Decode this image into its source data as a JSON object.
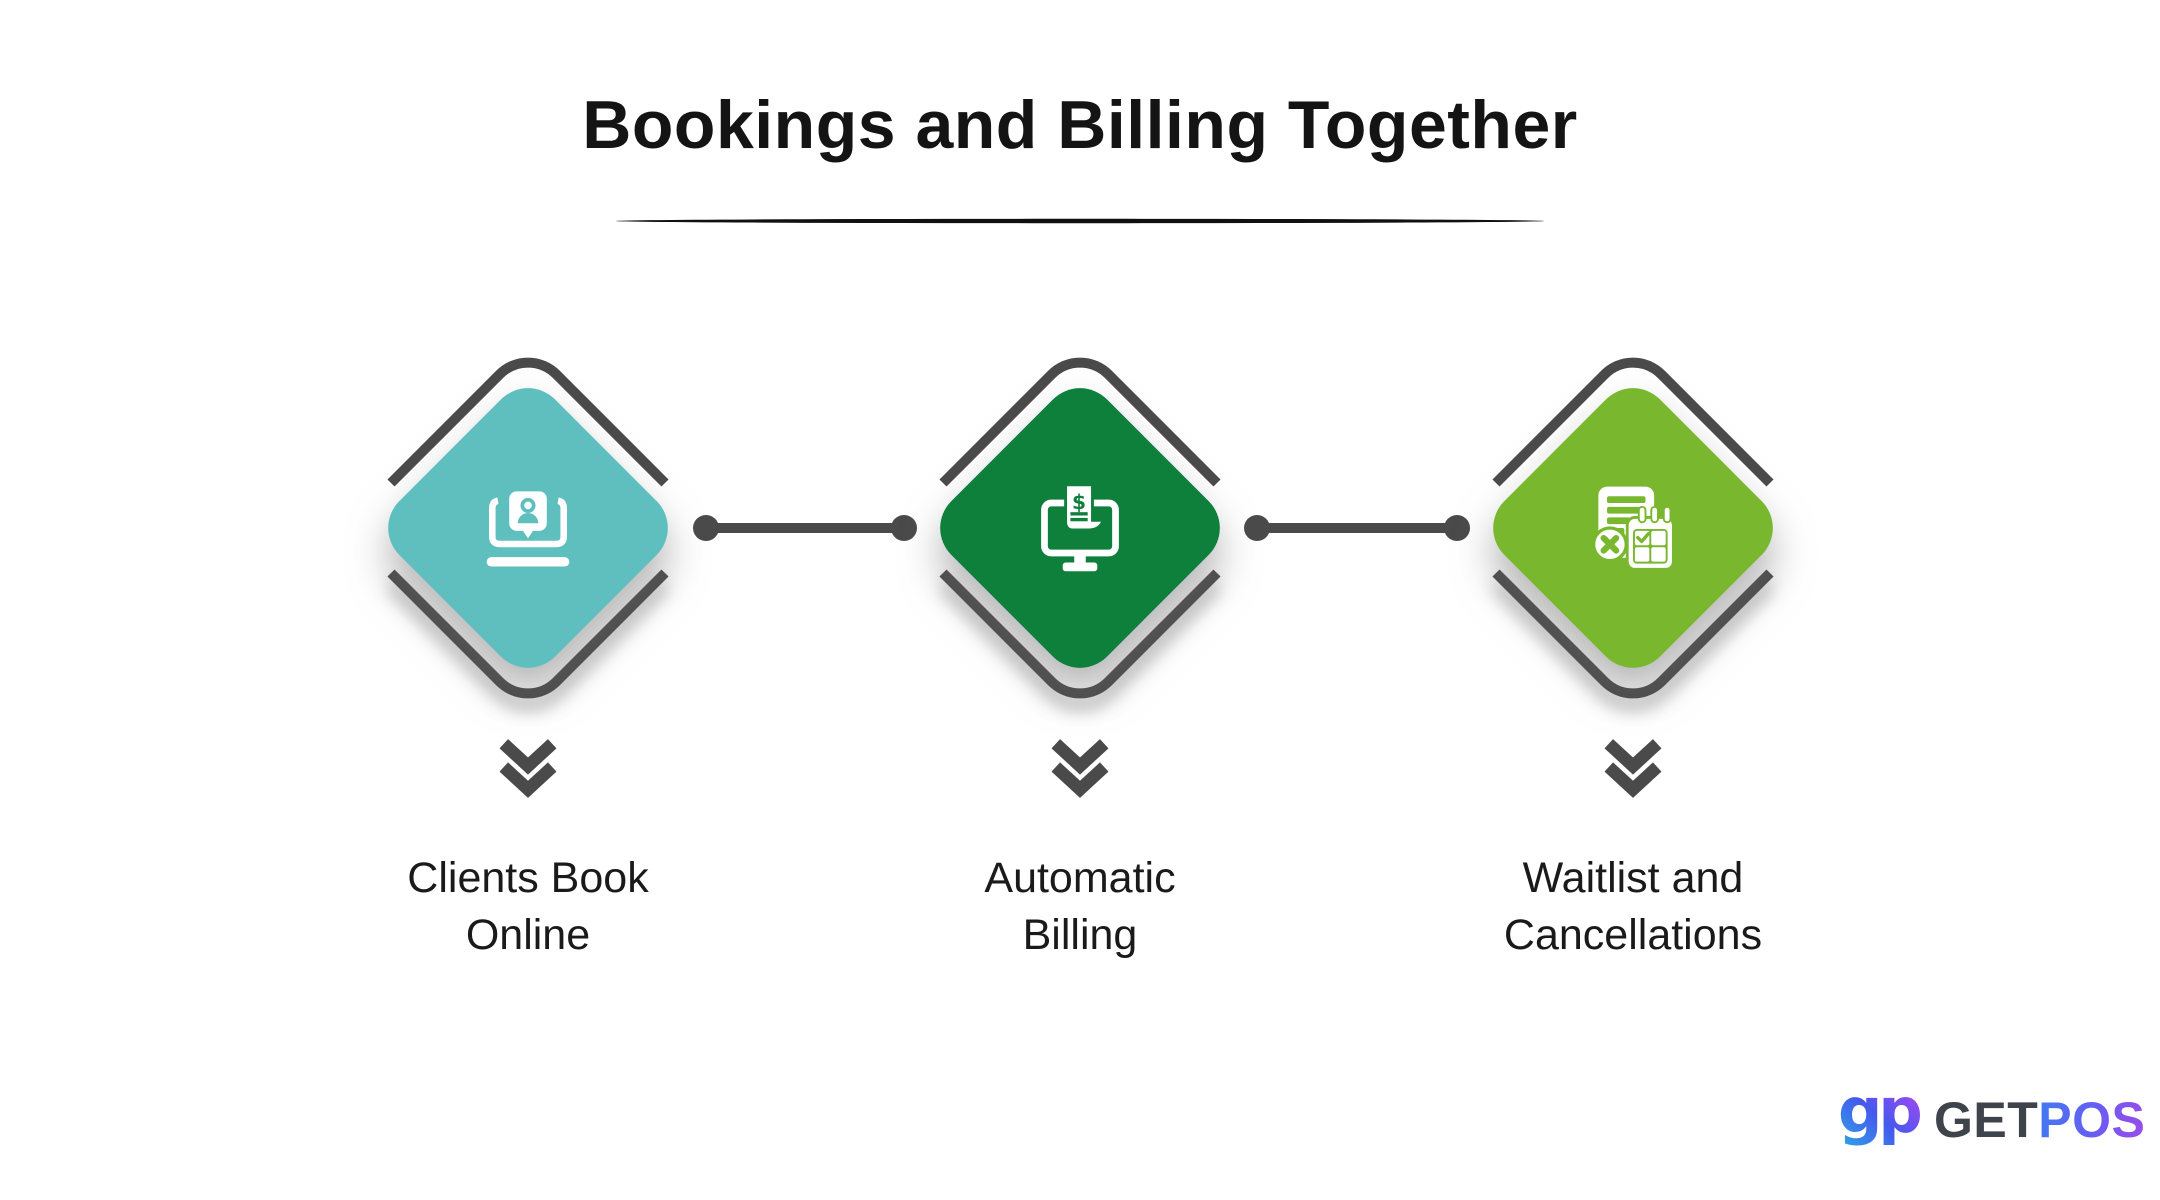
{
  "title": "Bookings and Billing Together",
  "steps": [
    {
      "name": "clients-book-online",
      "lines": [
        "Clients Book",
        "Online"
      ],
      "label": "Clients Book Online",
      "diamond_color": "#5FBFBF",
      "icon": "laptop-user-icon"
    },
    {
      "name": "automatic-billing",
      "lines": [
        "Automatic",
        "Billing"
      ],
      "label": "Automatic Billing",
      "diamond_color": "#0F7F3C",
      "icon": "monitor-invoice-icon"
    },
    {
      "name": "waitlist-cancellations",
      "lines": [
        "Waitlist and",
        "Cancellations"
      ],
      "label": "Waitlist and Cancellations",
      "diamond_color": "#79B82E",
      "icon": "document-calendar-cancel-icon"
    }
  ],
  "colors": {
    "outline_and_connector": "#4A4A4A",
    "title_text": "#141414",
    "label_text": "#1A1A1A",
    "background": "#FFFFFF"
  },
  "logo": {
    "mark": "gp-monogram",
    "text_get": "GET",
    "text_pos": "POS",
    "get_color": "#3F434B",
    "pos_gradient_start": "#3E7BF2",
    "pos_gradient_end": "#9D4BE8"
  }
}
